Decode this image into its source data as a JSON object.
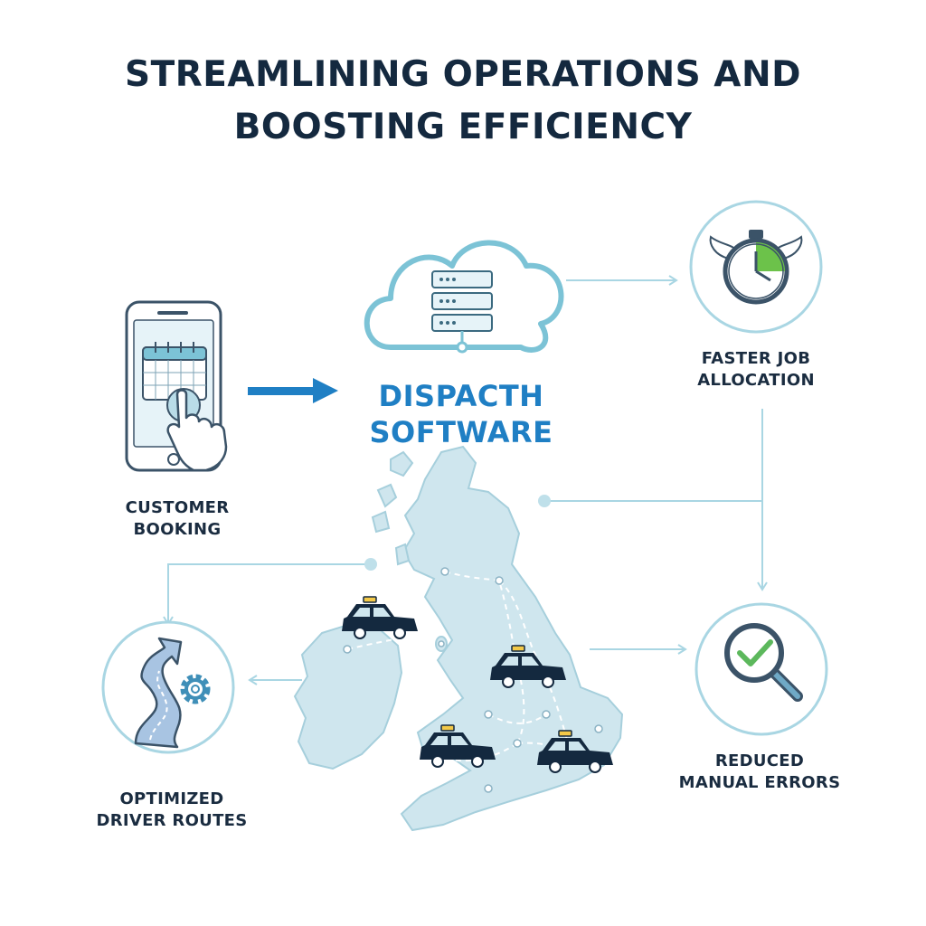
{
  "title": {
    "line1": "STREAMLINING OPERATIONS AND",
    "line2": "BOOSTING EFFICIENCY"
  },
  "hub": {
    "line1": "DISPACTH",
    "line2": "SOFTWARE",
    "icon": "cloud-server-icon"
  },
  "steps": {
    "booking": {
      "line1": "CUSTOMER",
      "line2": "BOOKING",
      "icon": "phone-booking-icon"
    },
    "allocation": {
      "line1": "FASTER JOB",
      "line2": "ALLOCATION",
      "icon": "stopwatch-wings-icon"
    },
    "errors": {
      "line1": "REDUCED",
      "line2": "MANUAL ERRORS",
      "icon": "magnifier-check-icon"
    },
    "routes": {
      "line1": "OPTIMIZED",
      "line2": "DRIVER ROUTES",
      "icon": "route-gear-icon"
    }
  },
  "colors": {
    "navy": "#14293f",
    "accent_blue": "#1f7fc4",
    "light_blue": "#7cc3d6",
    "map_fill": "#cfe6ee",
    "check_green": "#5cb85c"
  }
}
